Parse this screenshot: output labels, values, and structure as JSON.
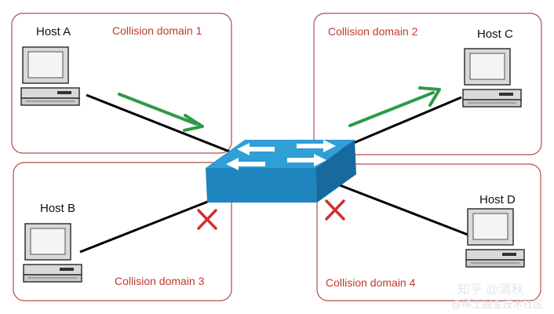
{
  "hosts": {
    "a": "Host A",
    "b": "Host B",
    "c": "Host C",
    "d": "Host D"
  },
  "domains": {
    "d1": "Collision domain 1",
    "d2": "Collision domain 2",
    "d3": "Collision domain 3",
    "d4": "Collision domain 4"
  },
  "watermark": {
    "line1": "知乎 @清秋",
    "line2": "@稀土掘金技术社区"
  },
  "colors": {
    "domain_border": "#b84a4a",
    "domain_text": "#c0392b",
    "link": "#000000",
    "arrow": "#2e9a4a",
    "cross": "#d32f2f",
    "switch_top": "#2f9fd6",
    "switch_front": "#1f85bf",
    "switch_side": "#166a9e"
  },
  "icons": [
    "computer-icon",
    "switch-icon",
    "arrow-icon",
    "cross-icon"
  ]
}
